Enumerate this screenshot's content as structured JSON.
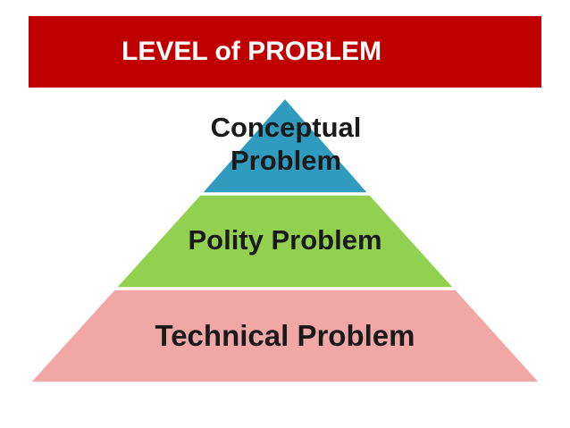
{
  "header": {
    "title": "LEVEL of PROBLEM"
  },
  "pyramid": {
    "levels": [
      {
        "line1": "Conceptual",
        "line2": "Problem",
        "color": "#2f9bbf"
      },
      {
        "label": "Polity Problem",
        "color": "#92d050"
      },
      {
        "label": "Technical Problem",
        "color": "#f2a7a7"
      }
    ]
  },
  "colors": {
    "title_bar": "#c00000",
    "title_text": "#ffffff"
  }
}
